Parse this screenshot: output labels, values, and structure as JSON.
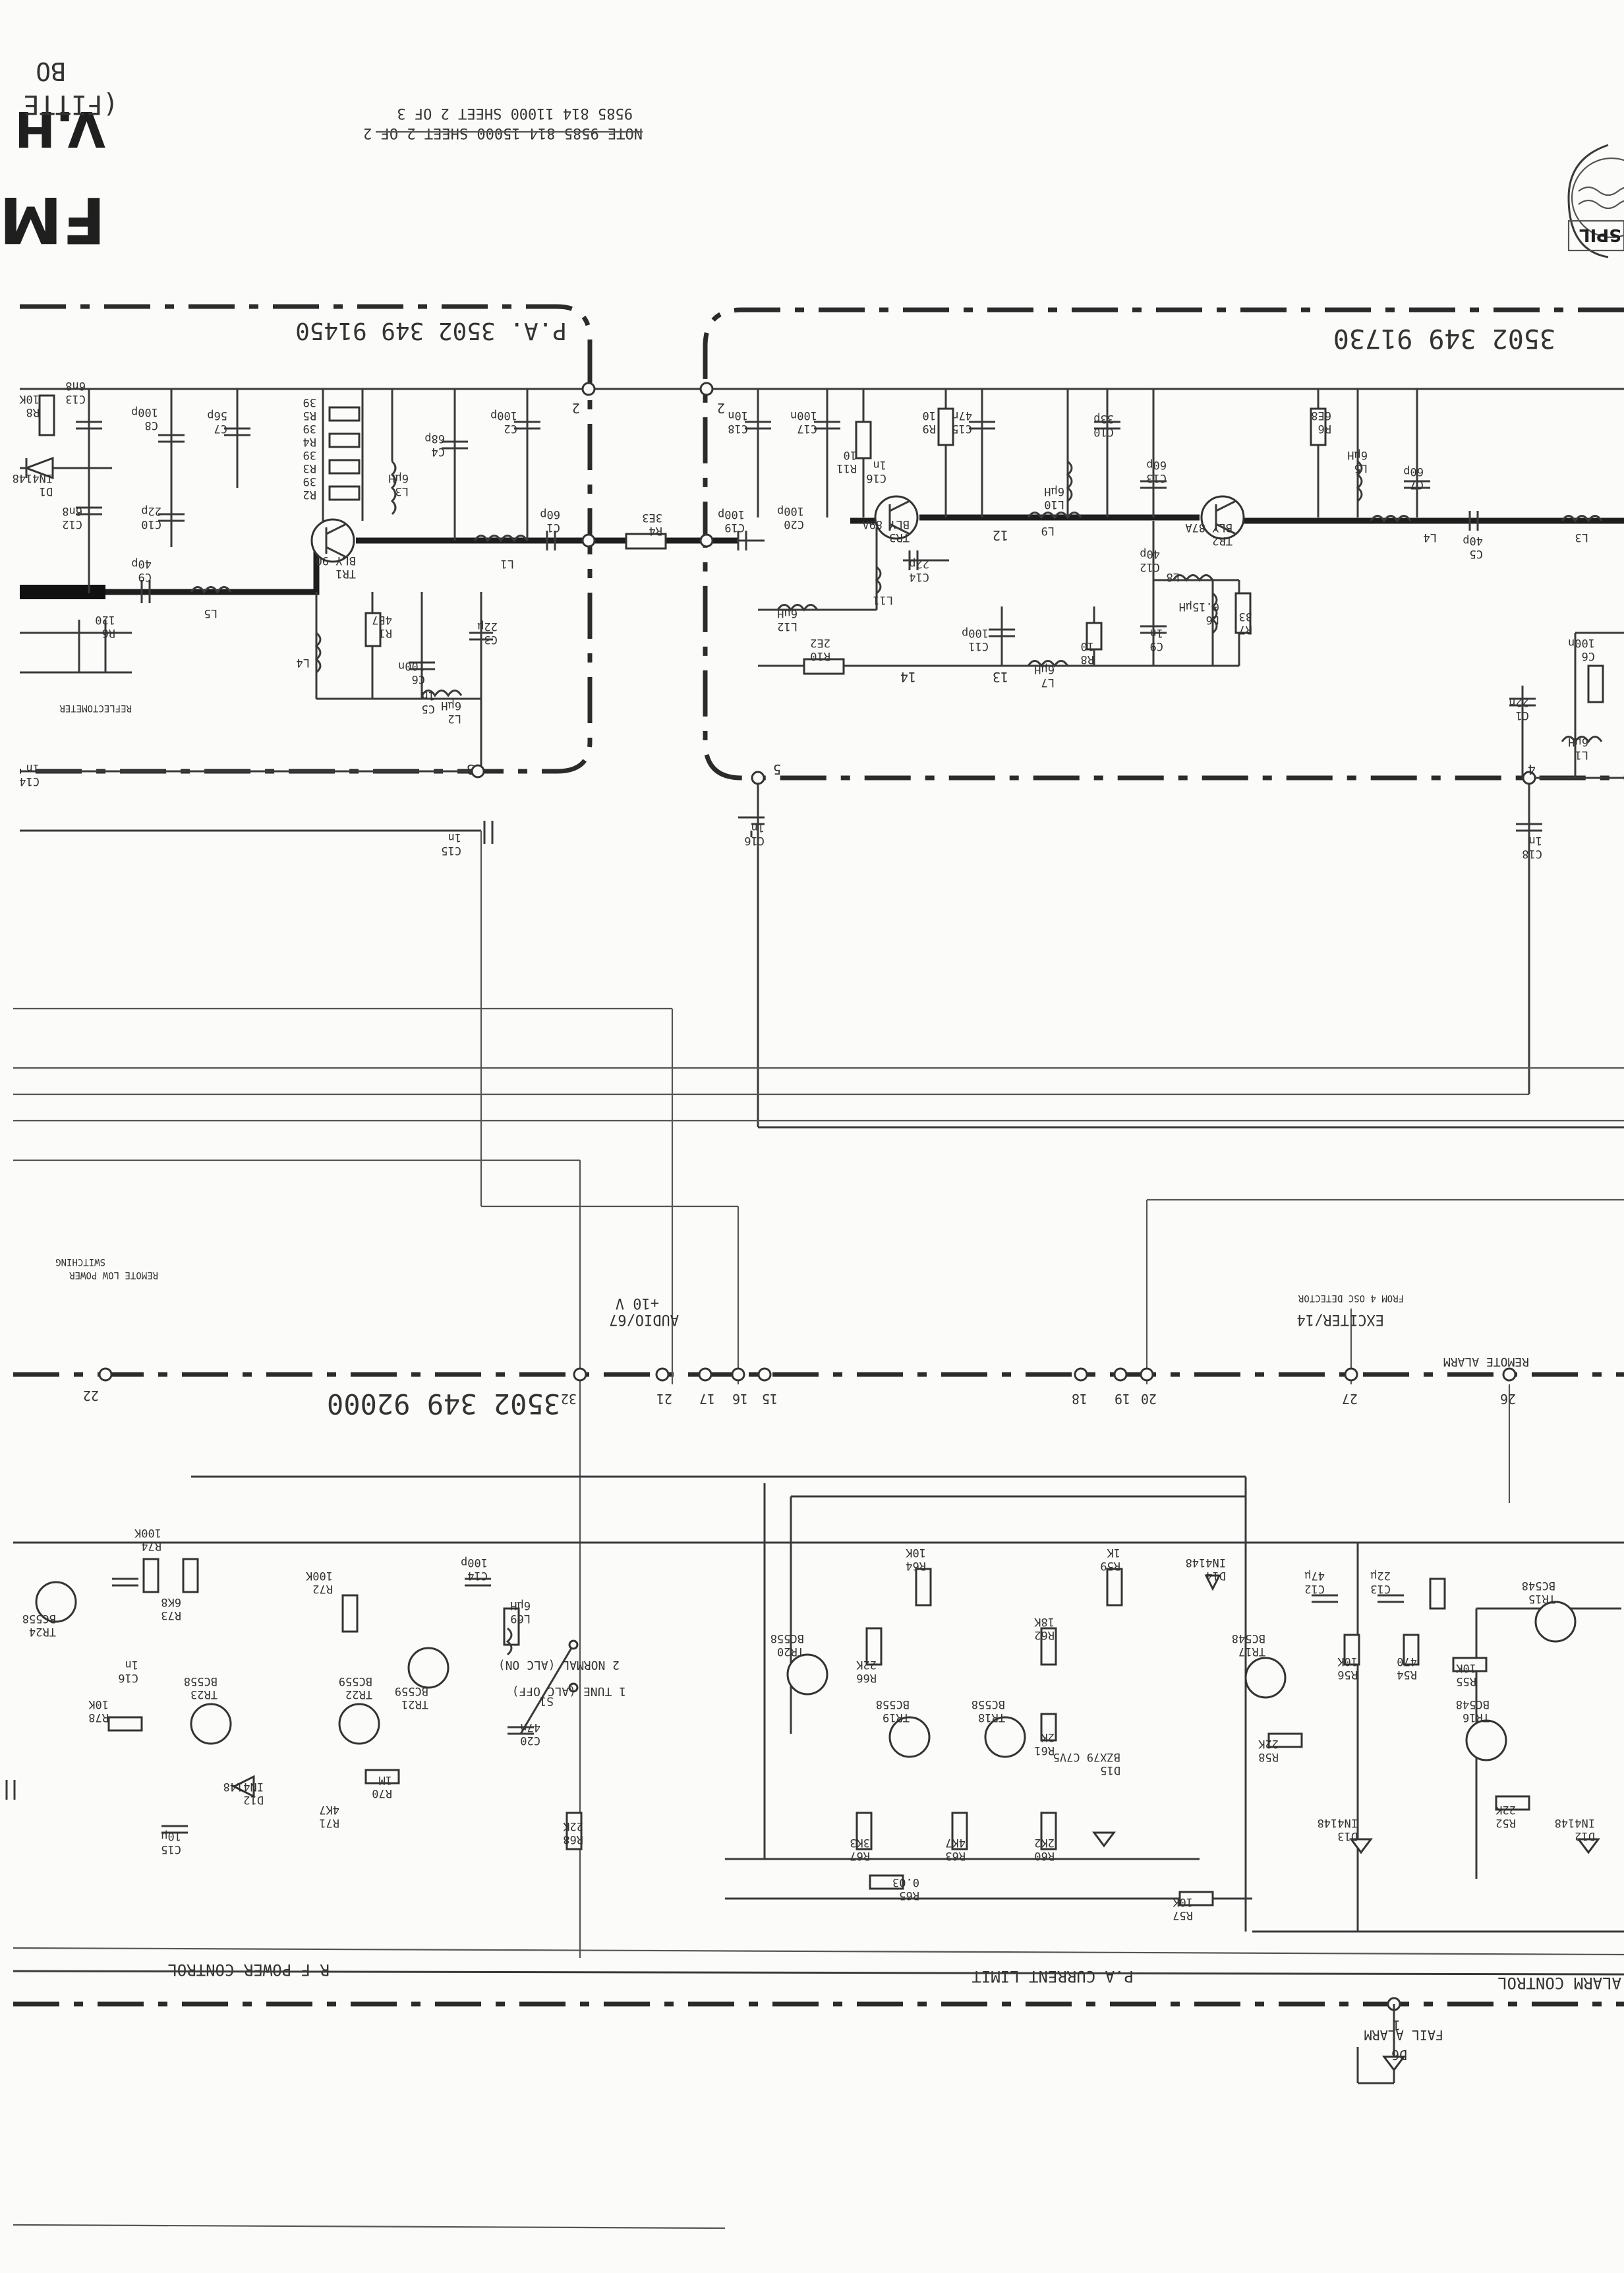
{
  "title_block": {
    "main": "FM",
    "sub": "V.H",
    "paren": "(FITTE",
    "bo": "BO",
    "note_line1": "NOTE 9585 814 15000 SHEET 2 OF 2",
    "note_line2": "9585 814 11000 SHEET 2 OF 3",
    "logo_text": "SPIL"
  },
  "boards": {
    "pa": "P.A.   3502  349  91450",
    "exciter": "3502  349  91730",
    "control": "3502  349  92000"
  },
  "buses": {
    "rf_power": "R F  POWER  CONTROL",
    "pa_current": "P.A  CURRENT  LIMIT",
    "alarm_control": "ALARM  CONTROL"
  },
  "annotations": {
    "audio": "AUDIO/67",
    "audio_v": "+10 V",
    "exciter_ref": "EXCITER/14",
    "from_osc": "FROM 4 OSC DETECTOR",
    "remote_alarm": "REMOTE ALARM",
    "remote_low": "REMOTE LOW POWER",
    "switching": "SWITCHING",
    "fail_alarm": "FAIL ALARM",
    "d6": "D6",
    "alc_on": "2 NORMAL (ALC ON)",
    "alc_off": "1 TUNE (ALC OFF)",
    "sw_lbl": "S1",
    "reflectometer": "REFLECTOMETER"
  },
  "pins": [
    "2",
    "2",
    "3",
    "5",
    "4",
    "12",
    "13",
    "14",
    "15",
    "16",
    "17",
    "18",
    "19",
    "20",
    "21",
    "22",
    "26",
    "27",
    "32",
    "1"
  ],
  "pa_components": [
    {
      "ref": "R8",
      "val": "10K"
    },
    {
      "ref": "C13",
      "val": "6n8"
    },
    {
      "ref": "C8",
      "val": "100p"
    },
    {
      "ref": "C7",
      "val": "56p"
    },
    {
      "ref": "R5",
      "val": "39"
    },
    {
      "ref": "R4",
      "val": "39"
    },
    {
      "ref": "R3",
      "val": "39"
    },
    {
      "ref": "R2",
      "val": "39"
    },
    {
      "ref": "C4",
      "val": "68p"
    },
    {
      "ref": "C2",
      "val": "100p"
    },
    {
      "ref": "L3",
      "val": "6µH"
    },
    {
      "ref": "C10",
      "val": "22p"
    },
    {
      "ref": "C12",
      "val": "6n8"
    },
    {
      "ref": "D1",
      "val": "IN4148"
    },
    {
      "ref": "C9",
      "val": "40p"
    },
    {
      "ref": "L5",
      "val": ""
    },
    {
      "ref": "TR1",
      "val": "BLY 90"
    },
    {
      "ref": "L1",
      "val": ""
    },
    {
      "ref": "C1",
      "val": "60p"
    },
    {
      "ref": "R1",
      "val": "4E7"
    },
    {
      "ref": "C6",
      "val": "100n"
    },
    {
      "ref": "C5",
      "val": "1n"
    },
    {
      "ref": "C3",
      "val": "22µ"
    },
    {
      "ref": "L2",
      "val": "6µH"
    },
    {
      "ref": "L4",
      "val": ""
    },
    {
      "ref": "R6",
      "val": "120"
    },
    {
      "ref": "C14",
      "val": "1n"
    },
    {
      "ref": "C15",
      "val": "1n"
    }
  ],
  "exciter_components": [
    {
      "ref": "C18",
      "val": "10n"
    },
    {
      "ref": "C17",
      "val": "100n"
    },
    {
      "ref": "R11",
      "val": "10"
    },
    {
      "ref": "C16",
      "val": "1n"
    },
    {
      "ref": "C20",
      "val": "100p"
    },
    {
      "ref": "TR3",
      "val": "BLY 89A"
    },
    {
      "ref": "C19",
      "val": "100p"
    },
    {
      "ref": "R4",
      "val": "3E3"
    },
    {
      "ref": "R9",
      "val": "10"
    },
    {
      "ref": "C15",
      "val": "47n"
    },
    {
      "ref": "L10",
      "val": "6µH"
    },
    {
      "ref": "C10",
      "val": "33p"
    },
    {
      "ref": "C13",
      "val": "60p"
    },
    {
      "ref": "TR2",
      "val": "BLY 87A"
    },
    {
      "ref": "R6",
      "val": "6E8"
    },
    {
      "ref": "L5",
      "val": "6µH"
    },
    {
      "ref": "C7",
      "val": "60p"
    },
    {
      "ref": "L4",
      "val": ""
    },
    {
      "ref": "C5",
      "val": "40p"
    },
    {
      "ref": "L3",
      "val": ""
    },
    {
      "ref": "L9",
      "val": ""
    },
    {
      "ref": "C12",
      "val": "40p"
    },
    {
      "ref": "L8",
      "val": ""
    },
    {
      "ref": "C14",
      "val": "22p"
    },
    {
      "ref": "L11",
      "val": ""
    },
    {
      "ref": "L12",
      "val": "6µH"
    },
    {
      "ref": "R10",
      "val": "2E2"
    },
    {
      "ref": "C11",
      "val": "100p"
    },
    {
      "ref": "L7",
      "val": "6µH"
    },
    {
      "ref": "R8",
      "val": "10"
    },
    {
      "ref": "C9",
      "val": "1n"
    },
    {
      "ref": "L6",
      "val": "0.15µH"
    },
    {
      "ref": "R7",
      "val": "33"
    },
    {
      "ref": "C6",
      "val": "100n"
    },
    {
      "ref": "C1",
      "val": "22n"
    },
    {
      "ref": "L1",
      "val": "6µH"
    },
    {
      "ref": "C16",
      "val": "1n"
    },
    {
      "ref": "C18",
      "val": "1n"
    }
  ],
  "control_components": [
    {
      "ref": "R74",
      "val": "100K"
    },
    {
      "ref": "R73",
      "val": "6K8"
    },
    {
      "ref": "R72",
      "val": "100K"
    },
    {
      "ref": "C14",
      "val": "100p"
    },
    {
      "ref": "L69",
      "val": "6µH"
    },
    {
      "ref": "TR21",
      "val": "BC559"
    },
    {
      "ref": "TR22",
      "val": "BC559"
    },
    {
      "ref": "TR23",
      "val": "BC558"
    },
    {
      "ref": "TR24",
      "val": "BC558"
    },
    {
      "ref": "C20",
      "val": "47n"
    },
    {
      "ref": "R68",
      "val": "22K"
    },
    {
      "ref": "R70",
      "val": "1M"
    },
    {
      "ref": "R71",
      "val": "4K7"
    },
    {
      "ref": "D12",
      "val": "IN4148"
    },
    {
      "ref": "C15",
      "val": "10µ"
    },
    {
      "ref": "R78",
      "val": "10K"
    },
    {
      "ref": "C16",
      "val": "1n"
    },
    {
      "ref": "TR20",
      "val": "BC558"
    },
    {
      "ref": "R66",
      "val": "22K"
    },
    {
      "ref": "R64",
      "val": "10K"
    },
    {
      "ref": "TR19",
      "val": "BC558"
    },
    {
      "ref": "TR18",
      "val": "BC558"
    },
    {
      "ref": "R67",
      "val": "3K3"
    },
    {
      "ref": "R63",
      "val": "4K7"
    },
    {
      "ref": "R65",
      "val": "0.03"
    },
    {
      "ref": "R60",
      "val": "2K2"
    },
    {
      "ref": "R61",
      "val": "2K"
    },
    {
      "ref": "R62",
      "val": "18K"
    },
    {
      "ref": "R59",
      "val": "1K"
    },
    {
      "ref": "D15",
      "val": "BZX79 C7V5"
    },
    {
      "ref": "D14",
      "val": "IN4148"
    },
    {
      "ref": "TR17",
      "val": "BC548"
    },
    {
      "ref": "C12",
      "val": "47µ"
    },
    {
      "ref": "C13",
      "val": "22µ"
    },
    {
      "ref": "R56",
      "val": "10K"
    },
    {
      "ref": "R54",
      "val": "470"
    },
    {
      "ref": "R55",
      "val": "10K"
    },
    {
      "ref": "R58",
      "val": "22K"
    },
    {
      "ref": "R57",
      "val": "10K"
    },
    {
      "ref": "D13",
      "val": "IN4148"
    },
    {
      "ref": "TR16",
      "val": "BC548"
    },
    {
      "ref": "R52",
      "val": "22K"
    },
    {
      "ref": "TR15",
      "val": "BC548"
    },
    {
      "ref": "D12",
      "val": "IN4148"
    }
  ]
}
